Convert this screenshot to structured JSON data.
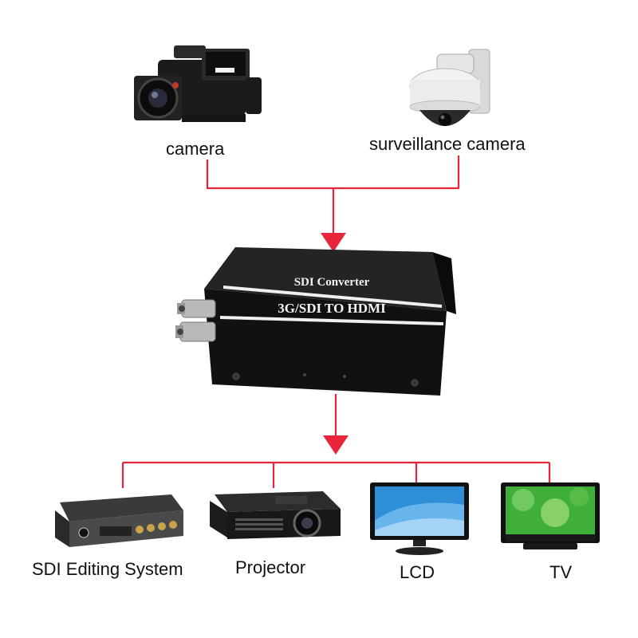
{
  "inputs": {
    "camera_label": "camera",
    "surveillance_label": "surveillance camera"
  },
  "converter": {
    "title": "SDI Converter",
    "subtitle": "3G/SDI TO HDMI"
  },
  "outputs": {
    "editing_label": "SDI Editing System",
    "projector_label": "Projector",
    "lcd_label": "LCD",
    "tv_label": "TV"
  },
  "colors": {
    "connector": "#e8253a",
    "device_body": "#1c1c1c",
    "screen_blue": "#2f8fd8",
    "screen_green": "#3fae3a"
  }
}
